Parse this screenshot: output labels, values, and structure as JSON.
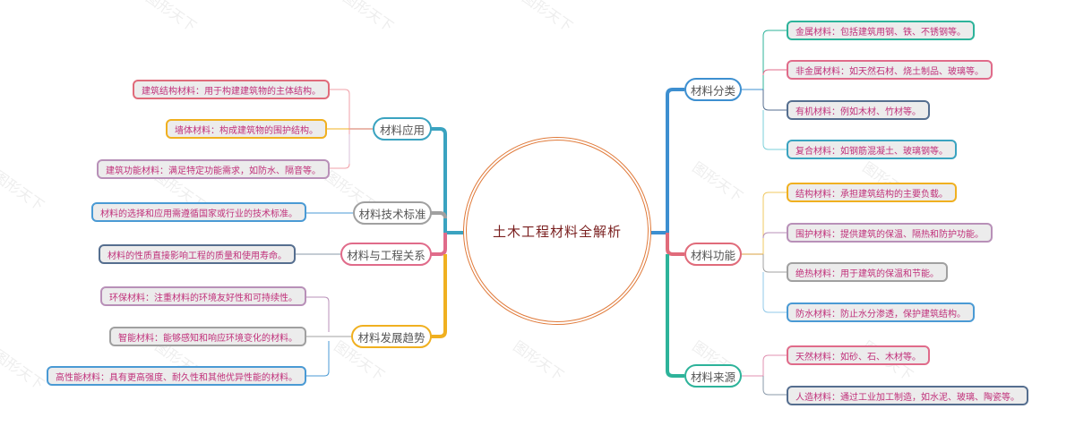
{
  "title": "土木工程材料全解析",
  "watermark": "图形天下",
  "colors": {
    "center_border": "#e07a3a",
    "center_text": "#7a1f1f",
    "leaf_text": "#c0307a",
    "leaf_bg": "#ececec"
  },
  "left_branches": [
    {
      "label": "材料应用",
      "color": "#3aa3c0",
      "children": [
        {
          "text": "建筑结构材料：用于构建建筑物的主体结构。",
          "color": "#e06b7a"
        },
        {
          "text": "墙体材料：构成建筑物的围护结构。",
          "color": "#f0b020"
        },
        {
          "text": "建筑功能材料：满足特定功能需求，如防水、隔音等。",
          "color": "#b890b8"
        }
      ]
    },
    {
      "label": "材料技术标准",
      "color": "#a0a0a0",
      "children": [
        {
          "text": "材料的选择和应用需遵循国家或行业的技术标准。",
          "color": "#4a9ad4"
        }
      ]
    },
    {
      "label": "材料与工程关系",
      "color": "#e06b8a",
      "children": [
        {
          "text": "材料的性质直接影响工程的质量和使用寿命。",
          "color": "#556e8f"
        }
      ]
    },
    {
      "label": "材料发展趋势",
      "color": "#f0b020",
      "children": [
        {
          "text": "环保材料：注重材料的环境友好性和可持续性。",
          "color": "#b890b8"
        },
        {
          "text": "智能材料：能够感知和响应环境变化的材料。",
          "color": "#a0a0a0"
        },
        {
          "text": "高性能材料：具有更高强度、耐久性和其他优异性能的材料。",
          "color": "#4a9ad4"
        }
      ]
    }
  ],
  "right_branches": [
    {
      "label": "材料分类",
      "color": "#3d8fd0",
      "children": [
        {
          "text": "金属材料：包括建筑用钢、铁、不锈钢等。",
          "color": "#2db39a"
        },
        {
          "text": "非金属材料：如天然石材、烧土制品、玻璃等。",
          "color": "#e06b8a"
        },
        {
          "text": "有机材料：例如木材、竹材等。",
          "color": "#556e8f"
        },
        {
          "text": "复合材料：如钢筋混凝土、玻璃钢等。",
          "color": "#3aa3c0"
        }
      ]
    },
    {
      "label": "材料功能",
      "color": "#e06b7a",
      "children": [
        {
          "text": "结构材料：承担建筑结构的主要负载。",
          "color": "#f0b020"
        },
        {
          "text": "围护材料：提供建筑的保温、隔热和防护功能。",
          "color": "#b890b8"
        },
        {
          "text": "绝热材料：用于建筑的保温和节能。",
          "color": "#a0a0a0"
        },
        {
          "text": "防水材料：防止水分渗透，保护建筑结构。",
          "color": "#4a9ad4"
        }
      ]
    },
    {
      "label": "材料来源",
      "color": "#2db39a",
      "children": [
        {
          "text": "天然材料：如砂、石、木材等。",
          "color": "#e06b8a"
        },
        {
          "text": "人造材料：通过工业加工制造，如水泥、玻璃、陶瓷等。",
          "color": "#556e8f"
        }
      ]
    }
  ]
}
